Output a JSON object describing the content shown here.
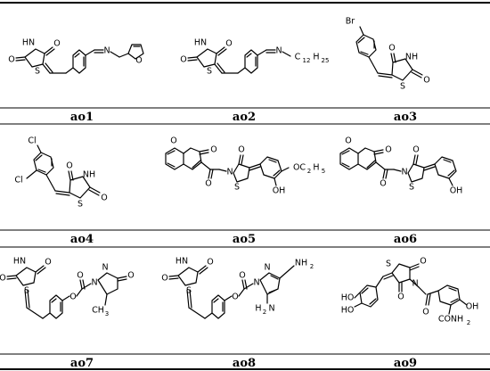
{
  "table": {
    "compounds": [
      {
        "label": "ao1",
        "atom_labels": [
          "HN",
          "O",
          "O",
          "S",
          "N",
          "O"
        ]
      },
      {
        "label": "ao2",
        "atom_labels": [
          "HN",
          "O",
          "O",
          "S",
          "N",
          "C",
          "12",
          "H",
          "25"
        ]
      },
      {
        "label": "ao3",
        "atom_labels": [
          "Br",
          "O",
          "NH",
          "S",
          "O"
        ]
      },
      {
        "label": "ao4",
        "atom_labels": [
          "Cl",
          "Cl",
          "O",
          "NH",
          "S",
          "O"
        ]
      },
      {
        "label": "ao5",
        "atom_labels": [
          "O",
          "O",
          "O",
          "N",
          "O",
          "S",
          "O",
          "OC",
          "2",
          "H",
          "5",
          "OH"
        ]
      },
      {
        "label": "ao6",
        "atom_labels": [
          "O",
          "O",
          "O",
          "N",
          "O",
          "S",
          "O",
          "OH"
        ]
      },
      {
        "label": "ao7",
        "atom_labels": [
          "HN",
          "O",
          "O",
          "S",
          "O",
          "O",
          "N",
          "N",
          "O",
          "CH",
          "3"
        ]
      },
      {
        "label": "ao8",
        "atom_labels": [
          "HN",
          "O",
          "O",
          "S",
          "O",
          "O",
          "N",
          "N",
          "NH",
          "2",
          "H",
          "2",
          "N"
        ]
      },
      {
        "label": "ao9",
        "atom_labels": [
          "S",
          "O",
          "N",
          "O",
          "HO",
          "HO",
          "O",
          "OH",
          "CONH",
          "2"
        ]
      }
    ]
  }
}
